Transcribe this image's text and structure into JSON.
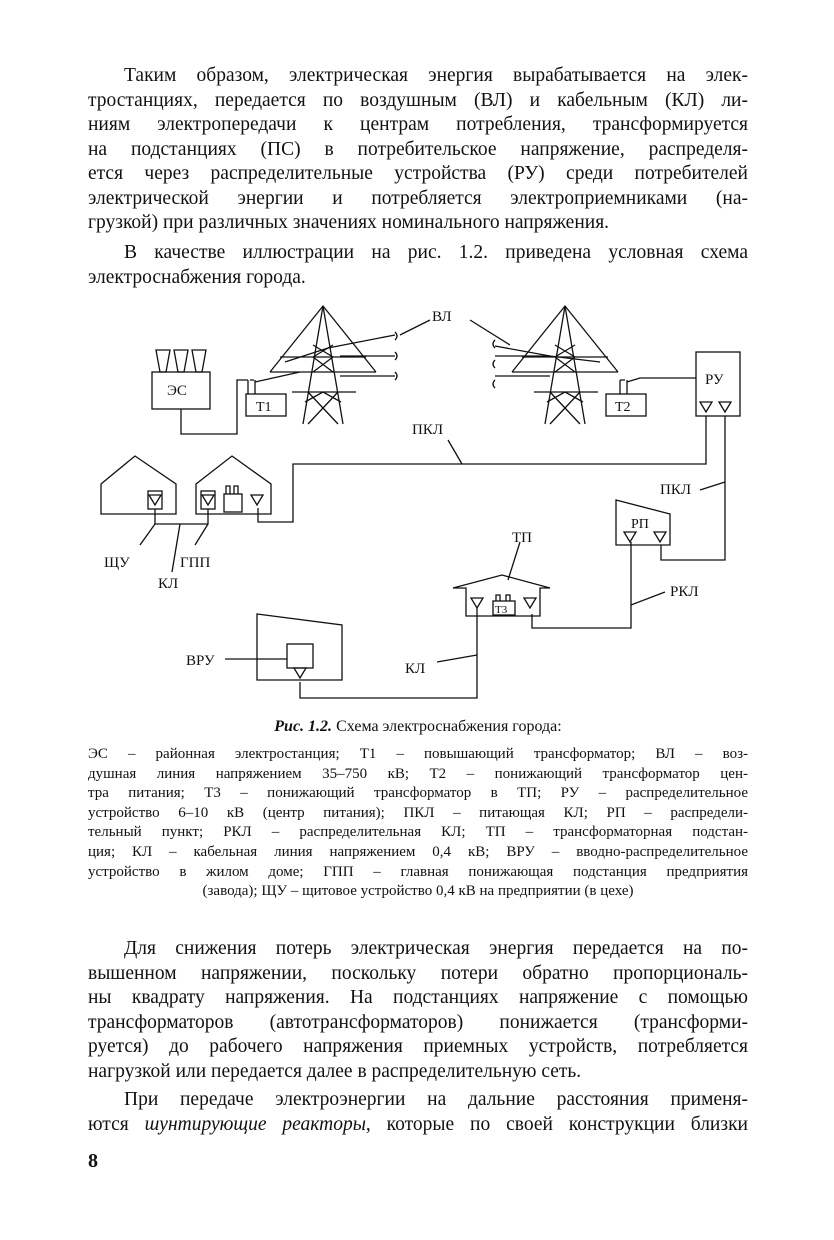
{
  "paragraph1": [
    "Таким образом, электрическая энергия вырабатывается на элек-",
    "тростанциях, передается по воздушным (ВЛ) и кабельным (КЛ) ли-",
    "ниям электропередачи к центрам потребления, трансформируется",
    "на подстанциях (ПС) в потребительское напряжение, распределя-",
    "ется через распределительные устройства (РУ) среди потребителей",
    "электрической энергии и потребляется электроприемниками (на-",
    "грузкой) при различных значениях номинального напряжения."
  ],
  "paragraph2": [
    "В качестве иллюстрации на рис. 1.2. приведена условная схема",
    "электроснабжения города."
  ],
  "figure": {
    "labels": {
      "vl": "ВЛ",
      "es": "ЭС",
      "t1": "Т1",
      "t2": "Т2",
      "ru": "РУ",
      "pkl_top": "ПКЛ",
      "pkl_right": "ПКЛ",
      "shchu": "ЩУ",
      "gpp": "ГПП",
      "kl_left": "КЛ",
      "tp": "ТП",
      "t3": "Т3",
      "rp": "РП",
      "rkl": "РКЛ",
      "vru": "ВРУ",
      "kl_bottom": "КЛ"
    },
    "caption_prefix": "Рис. 1.2.",
    "caption_title": "Схема электроснабжения города:",
    "legend_lines": [
      "ЭС – районная электростанция; Т1 – повышающий трансформатор; ВЛ – воз-",
      "душная линия напряжением 35–750 кВ; Т2 – понижающий трансформатор цен-",
      "тра питания; Т3 – понижающий трансформатор в ТП; РУ – распределительное",
      "устройство 6–10 кВ (центр питания); ПКЛ – питающая КЛ; РП – распредели-",
      "тельный пункт; РКЛ – распределительная КЛ; ТП – трансформаторная подстан-",
      "ция; КЛ – кабельная линия напряжением 0,4 кВ; ВРУ – вводно-распределительное",
      "устройство в жилом доме; ГПП – главная понижающая подстанция предприятия",
      "(завода); ЩУ – щитовое устройство 0,4 кВ на предприятии (в цехе)"
    ]
  },
  "paragraph3": [
    "Для снижения потерь электрическая энергия передается на по-",
    "вышенном напряжении, поскольку потери обратно пропорциональ-",
    "ны квадрату напряжения. На подстанциях напряжение с помощью",
    "трансформаторов (автотрансформаторов) понижается (трансформи-",
    "руется) до рабочего напряжения приемных устройств, потребляется",
    "нагрузкой или передается далее в распределительную сеть."
  ],
  "paragraph4": [
    "При передаче электроэнергии на дальние расстояния применя-",
    "ются шунтирующие реакторы, которые по своей конструкции близки"
  ],
  "paragraph4_line2": {
    "before": "ются ",
    "italic": "шунтирующие реакторы",
    "after": ", которые по своей конструкции близки"
  },
  "page_number": "8"
}
